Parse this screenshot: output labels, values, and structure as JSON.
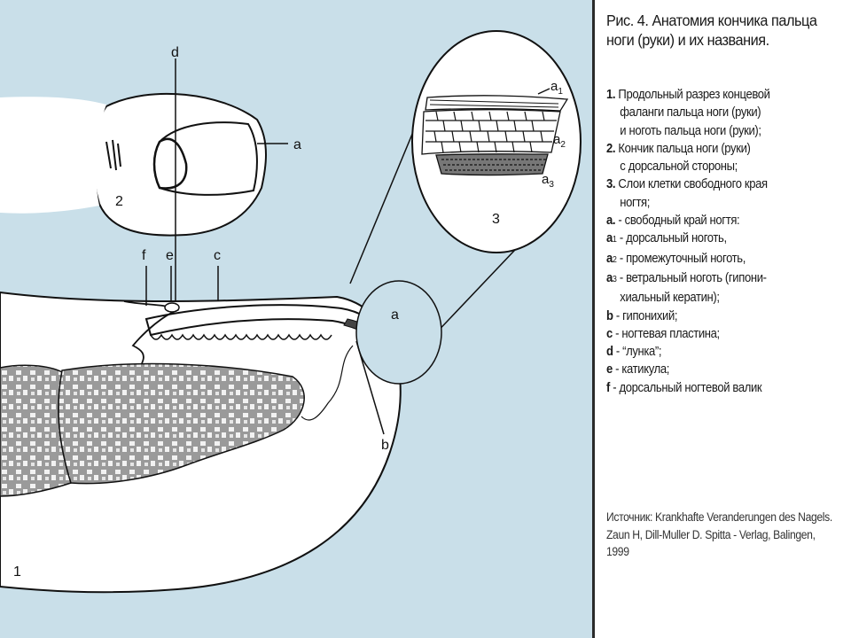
{
  "figure": {
    "caption": "Рис. 4. Анатомия кончика пальца ноги (руки) и их названия.",
    "labels": {
      "d": "d",
      "a": "a",
      "a_main": "a",
      "a1": "a",
      "a1_sub": "1",
      "a2": "a",
      "a2_sub": "2",
      "a3": "a",
      "a3_sub": "3",
      "f": "f",
      "e": "e",
      "c": "c",
      "b": "b",
      "num1": "1",
      "num2": "2",
      "num3": "3"
    }
  },
  "legend": [
    {
      "key": "1.",
      "text": " Продольный разрез концевой"
    },
    {
      "key": "",
      "text": "фаланги пальца ноги (руки)",
      "indent": true
    },
    {
      "key": "",
      "text": "и ноготь пальца ноги (руки);",
      "indent": true
    },
    {
      "key": "2.",
      "text": " Кончик пальца ноги (руки)"
    },
    {
      "key": "",
      "text": "с дорсальной стороны;",
      "indent": true
    },
    {
      "key": "3.",
      "text": " Слои клетки свободного края"
    },
    {
      "key": "",
      "text": "ногтя;",
      "indent": true
    },
    {
      "key": "a.",
      "text": " - свободный край ногтя:"
    },
    {
      "key": "a",
      "sub": "1",
      "text": " - дорсальный ноготь,"
    },
    {
      "key": "a",
      "sub": "2",
      "text": " - промежуточный ноготь,"
    },
    {
      "key": "a",
      "sub": "3",
      "text": " - ветральный ноготь (гипони-"
    },
    {
      "key": "",
      "text": "хиальный кератин);",
      "indent": true
    },
    {
      "key": "b",
      "text": " - гипонихий;"
    },
    {
      "key": "c",
      "text": " - ногтевая пластина;"
    },
    {
      "key": "d",
      "text": " - “лунка”;"
    },
    {
      "key": "e",
      "text": " - катикула;"
    },
    {
      "key": "f",
      "text": " - дорсальный ногтевой валик"
    }
  ],
  "source": "Источник: Krankhafte Veranderungen des Nagels. Zaun H, Dill-Muller D. Spitta - Verlag, Balingen, 1999",
  "colors": {
    "background": "#c9dfe9",
    "drawing": "#ffffff",
    "ink": "#111111",
    "bone": "#8a8a8a"
  }
}
